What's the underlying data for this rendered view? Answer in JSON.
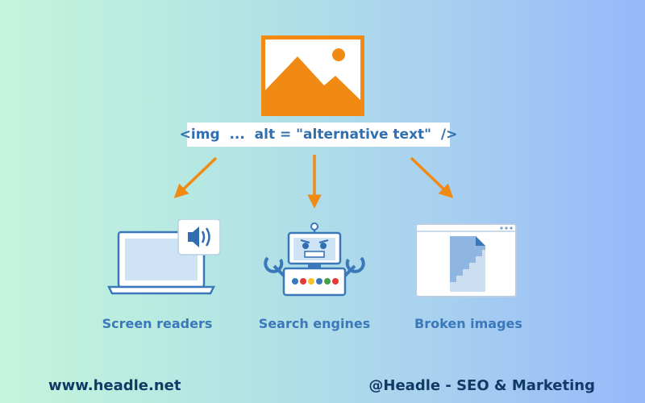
{
  "code_bar": {
    "text": "<img  ...  alt = \"alternative text\"  />"
  },
  "captions": {
    "screen_readers": "Screen readers",
    "search_engines": "Search engines",
    "broken_images": "Broken images"
  },
  "footer": {
    "website": "www.headle.net",
    "brand": "@Headle - SEO & Marketing"
  },
  "colors": {
    "accent_orange": "#f08a13",
    "text_blue": "#3a78ba",
    "footer_navy": "#123a66"
  }
}
